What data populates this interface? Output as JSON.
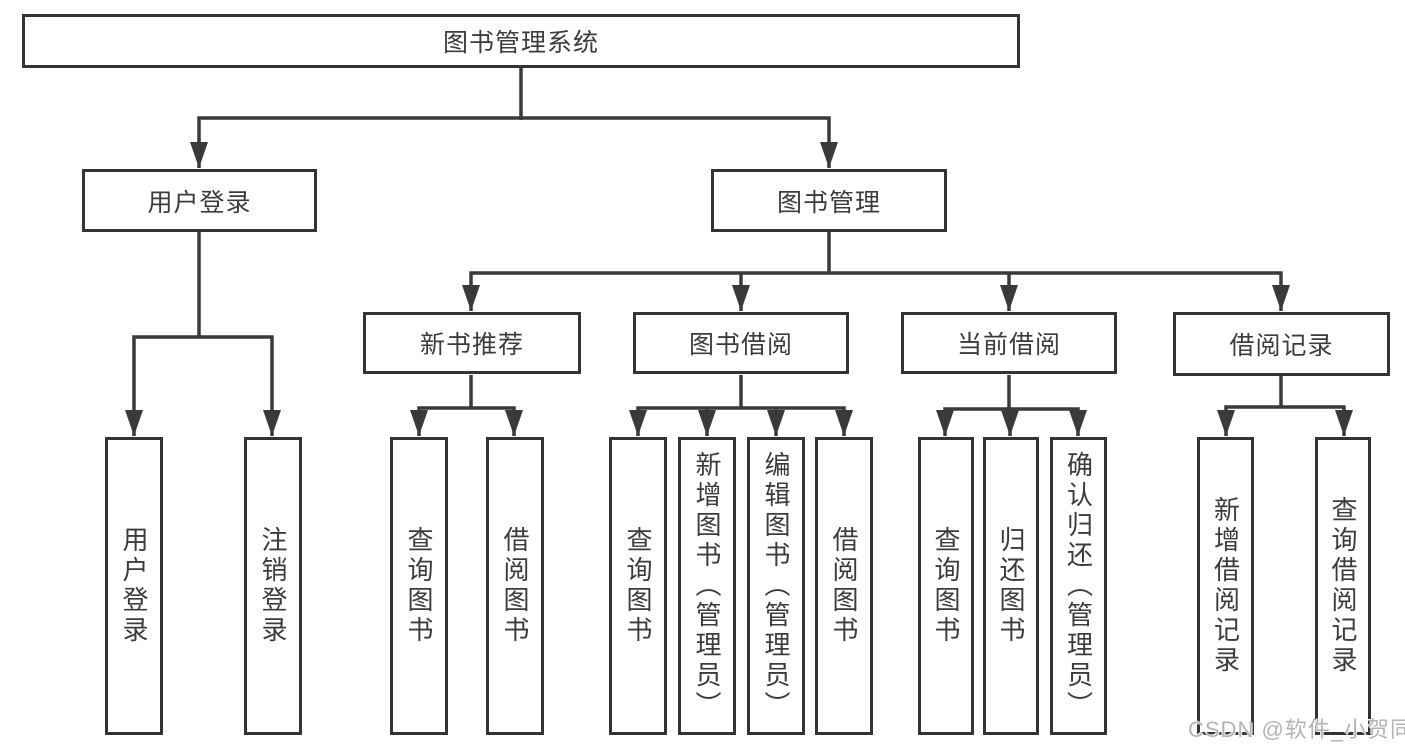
{
  "colors": {
    "background": "#ffffff",
    "line": "#3a3a3a",
    "box_border": "#343434",
    "text": "#3c3c3c",
    "watermark": "#b4b4b4"
  },
  "diagram": {
    "root": {
      "label": "图书管理系统"
    },
    "user_login": {
      "label": "用户登录",
      "children": [
        {
          "label": "用户登录"
        },
        {
          "label": "注销登录"
        }
      ]
    },
    "book_mgmt": {
      "label": "图书管理",
      "children": [
        {
          "label": "新书推荐",
          "children": [
            {
              "label": "查询图书"
            },
            {
              "label": "借阅图书"
            }
          ]
        },
        {
          "label": "图书借阅",
          "children": [
            {
              "label": "查询图书"
            },
            {
              "label": "新增图书（管理员）"
            },
            {
              "label": "编辑图书（管理员）"
            },
            {
              "label": "借阅图书"
            }
          ]
        },
        {
          "label": "当前借阅",
          "children": [
            {
              "label": "查询图书"
            },
            {
              "label": "归还图书"
            },
            {
              "label": "确认归还（管理员）"
            }
          ]
        },
        {
          "label": "借阅记录",
          "children": [
            {
              "label": "新增借阅记录"
            },
            {
              "label": "查询借阅记录"
            }
          ]
        }
      ]
    }
  },
  "watermark": {
    "text": "CSDN @软件_小贺同学"
  }
}
